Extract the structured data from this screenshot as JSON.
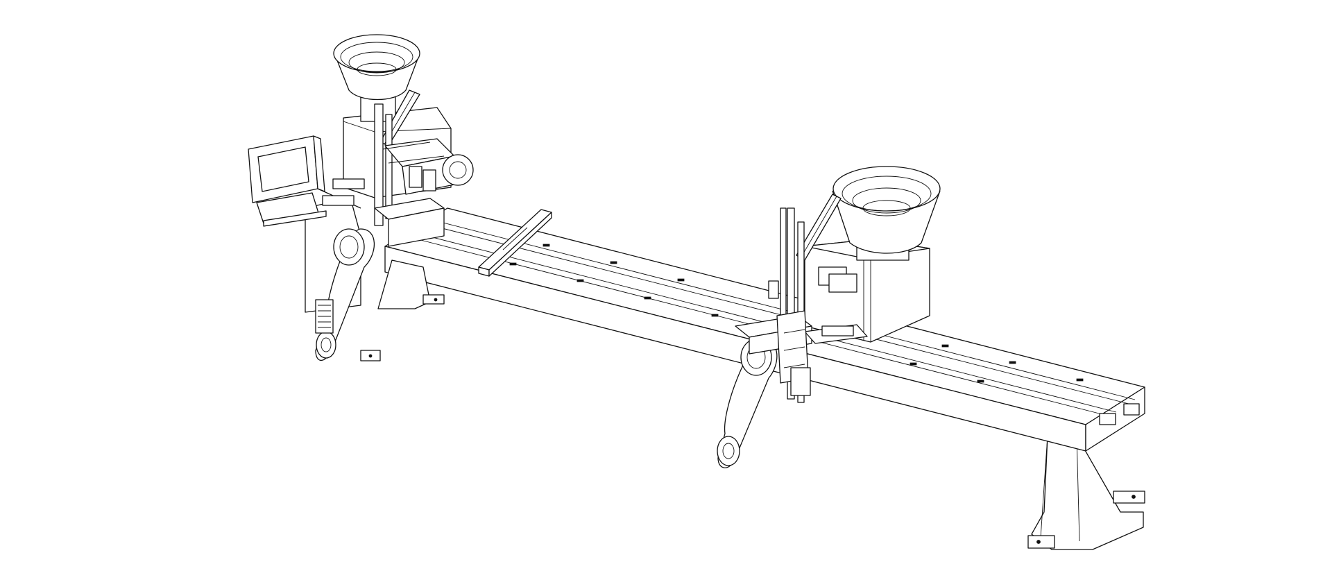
{
  "drawing": {
    "style": "isometric line drawing",
    "line_color": "#111111",
    "background": "#ffffff",
    "components": [
      "left-vibratory-bowl-feeder",
      "right-vibratory-bowl-feeder",
      "touch-screen-panel",
      "main-rail-beam",
      "cross-bar",
      "left-assembly-head",
      "right-assembly-head",
      "left-reel-arm",
      "right-reel-arm",
      "left-support-leg",
      "right-support-leg"
    ]
  }
}
